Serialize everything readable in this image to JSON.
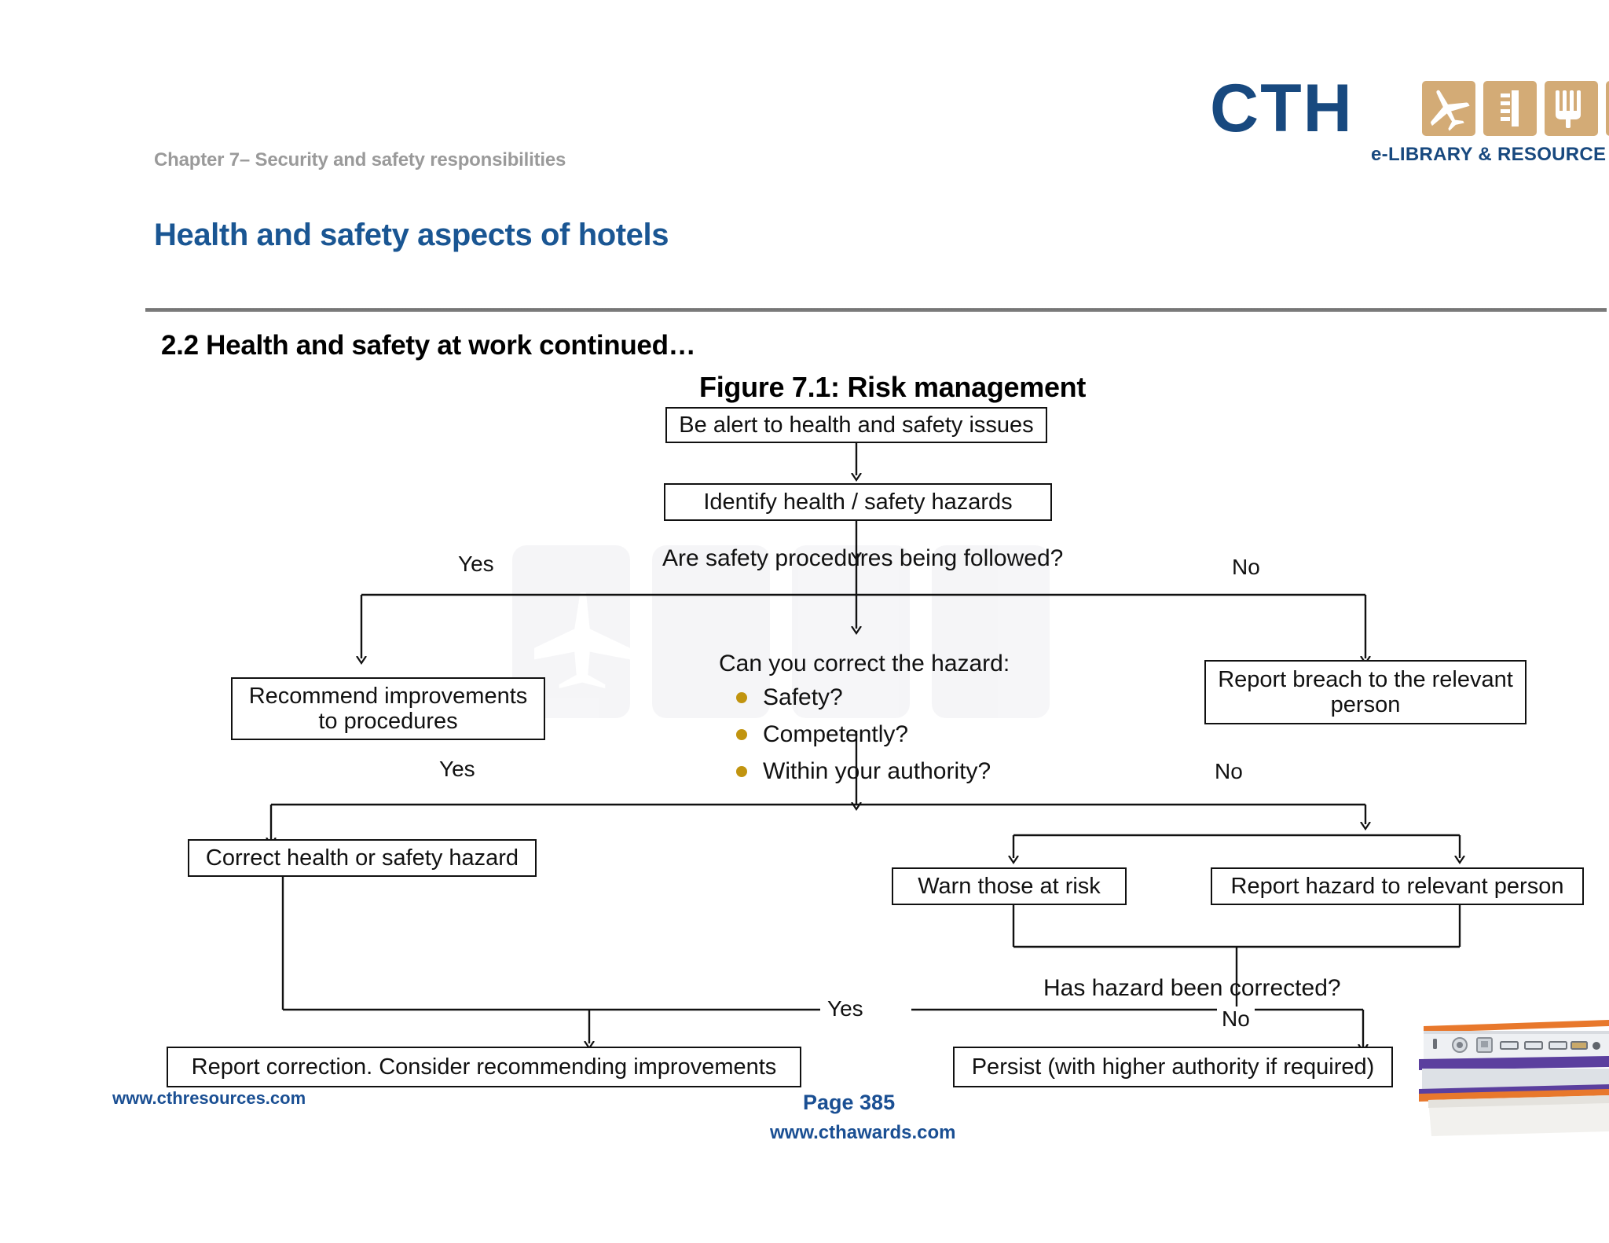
{
  "header": {
    "chapter": "Chapter 7– Security and safety responsibilities",
    "title": "Health and safety aspects of hotels",
    "logo_text": "CTH",
    "logo_sub": "e-LIBRARY & RESOURCE",
    "logo_tile_color": "#d3ab76",
    "brand_blue": "#18497f"
  },
  "section": {
    "heading": "2.2 Health and safety at work continued…",
    "figure_title": "Figure 7.1: Risk management"
  },
  "flow": {
    "boxes": [
      {
        "id": "be-alert",
        "label": "Be alert to health and safety issues"
      },
      {
        "id": "identify-hazards",
        "label": "Identify health / safety hazards"
      },
      {
        "id": "recommend-improvements",
        "label": "Recommend improvements to procedures"
      },
      {
        "id": "report-breach",
        "label": "Report breach to the relevant person"
      },
      {
        "id": "correct-hazard",
        "label": "Correct health or safety hazard"
      },
      {
        "id": "warn-those-at-risk",
        "label": "Warn those at risk"
      },
      {
        "id": "report-hazard",
        "label": "Report hazard to relevant person"
      },
      {
        "id": "report-correction",
        "label": "Report correction. Consider recommending improvements"
      },
      {
        "id": "persist",
        "label": "Persist (with higher authority if required)"
      }
    ],
    "decisions": [
      {
        "id": "procedures-followed",
        "label": "Are safety procedures being followed?"
      },
      {
        "id": "can-correct",
        "label": "Can you correct the hazard:"
      },
      {
        "id": "hazard-corrected",
        "label": "Has hazard been corrected?"
      }
    ],
    "decision_bullets": [
      "Safety?",
      "Competently?",
      "Within your authority?"
    ],
    "bullet_color": "#c1940f",
    "branch_labels": {
      "d1_yes": "Yes",
      "d1_no": "No",
      "d2_yes": "Yes",
      "d2_no": "No",
      "d3_yes": "Yes",
      "d3_no": "No"
    }
  },
  "footer": {
    "resources_url": "www.cthresources.com",
    "page": "Page  385",
    "awards_url": "www.cthawards.com"
  }
}
